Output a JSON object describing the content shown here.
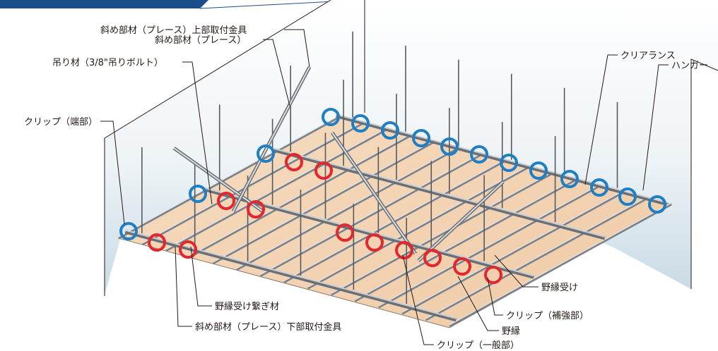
{
  "diagram": {
    "labels": {
      "brace_top_bracket": "斜め部材（プレース）上部取付金具",
      "brace": "斜め部材（プレース）",
      "hanger_bolt": "吊り材（3/8\"吊りボルト）",
      "clip_end": "クリップ（端部）",
      "clearance": "クリアランス",
      "hanger": "ハンガー",
      "main_channel": "野縁受け",
      "joint": "野縁受け繋ぎ材",
      "clip_reinforce": "クリップ（補強部）",
      "brace_bottom_bracket": "斜め部材（プレース）下部取付金具",
      "furring": "野縁",
      "clip_general": "クリップ（一般部）"
    },
    "colors": {
      "clip_end_marker": "#1f7fc4",
      "clip_reinforce_marker": "#e5262c",
      "panel": "#f2d3b3",
      "wall": "#e6edf2",
      "steel": "#c9cdd1"
    }
  }
}
